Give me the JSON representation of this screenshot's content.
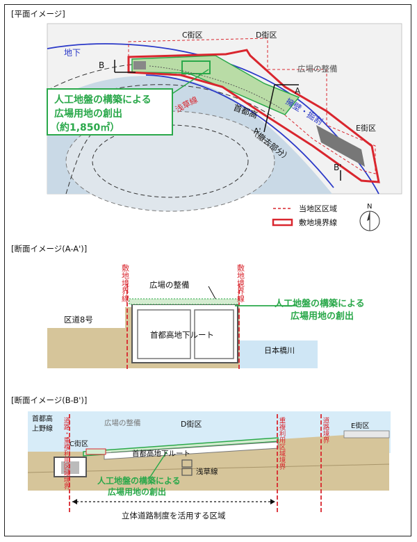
{
  "plan": {
    "title": "[平面イメージ]",
    "labels": {
      "c_district": "C街区",
      "d_district": "D街区",
      "e_district": "E街区",
      "underground": "地下",
      "plaza_dev": "広場の整備",
      "asakusa": "浅草線",
      "shutoko_1": "首都高",
      "shutoko_2": "（撤去部分）",
      "retaining": "擁壁・掘割",
      "callout_1": "人工地盤の構築による",
      "callout_2": "広場用地の創出",
      "callout_3": "（約1,850㎡）",
      "north": "N",
      "point_a": "A",
      "point_a2": "A'",
      "point_b": "B",
      "point_b2": "B'"
    },
    "legend": {
      "district_area": "当地区区域",
      "site_boundary": "敷地境界線"
    }
  },
  "section_a": {
    "title": "[断面イメージ(A-A')]",
    "labels": {
      "boundary_left": "敷地境界線",
      "boundary_right": "敷地境界線",
      "plaza_dev": "広場の整備",
      "road": "区道8号",
      "route": "首都高地下ルート",
      "river": "日本橋川",
      "callout_1": "人工地盤の構築による",
      "callout_2": "広場用地の創出"
    }
  },
  "section_b": {
    "title": "[断面イメージ(B-B')]",
    "labels": {
      "shutoko_ueno_1": "首都高",
      "shutoko_ueno_2": "上野線",
      "boundary_left": "道路・重複利用区域境界",
      "boundary_mid": "重複利用区域境界",
      "boundary_right": "道路境界",
      "plaza_dev": "広場の整備",
      "d_district": "D街区",
      "c_district": "C街区",
      "e_district": "E街区",
      "route": "首都高地下ルート",
      "asakusa": "浅草線",
      "callout_1": "人工地盤の構築による",
      "callout_2": "広場用地の創出",
      "zone": "立体道路制度を活用する区域"
    }
  },
  "colors": {
    "red": "#d9262e",
    "green": "#2aa84a",
    "blue": "#2b39c8",
    "water": "#cfe6f5",
    "sand": "#d6c59a",
    "gray": "#9a9a9a"
  }
}
